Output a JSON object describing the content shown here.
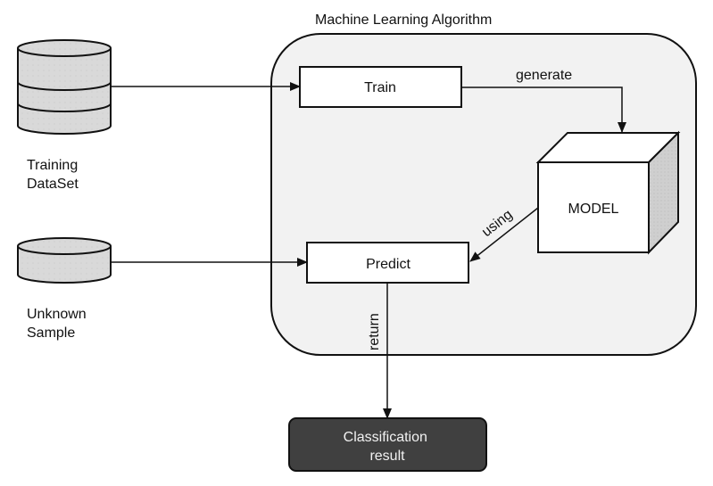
{
  "diagram": {
    "container": {
      "title": "Machine Learning Algorithm"
    },
    "datastores": [
      {
        "id": "training",
        "label_lines": [
          "Training",
          "DataSet"
        ]
      },
      {
        "id": "unknown",
        "label_lines": [
          "Unknown",
          "Sample"
        ]
      }
    ],
    "processes": {
      "train": "Train",
      "predict": "Predict",
      "model": "MODEL"
    },
    "output": {
      "label_lines": [
        "Classification",
        "result"
      ]
    },
    "edges": [
      {
        "from": "Training DataSet",
        "to": "Train",
        "label": ""
      },
      {
        "from": "Train",
        "to": "MODEL",
        "label": "generate"
      },
      {
        "from": "MODEL",
        "to": "Predict",
        "label": "using"
      },
      {
        "from": "Unknown Sample",
        "to": "Predict",
        "label": ""
      },
      {
        "from": "Predict",
        "to": "Classification result",
        "label": "return"
      }
    ],
    "colors": {
      "container_fill": "#f2f2f2",
      "db_fill": "#d9d9d9",
      "cube_side": "#c8c8c8",
      "output_fill": "#404040",
      "stroke": "#111111"
    }
  }
}
